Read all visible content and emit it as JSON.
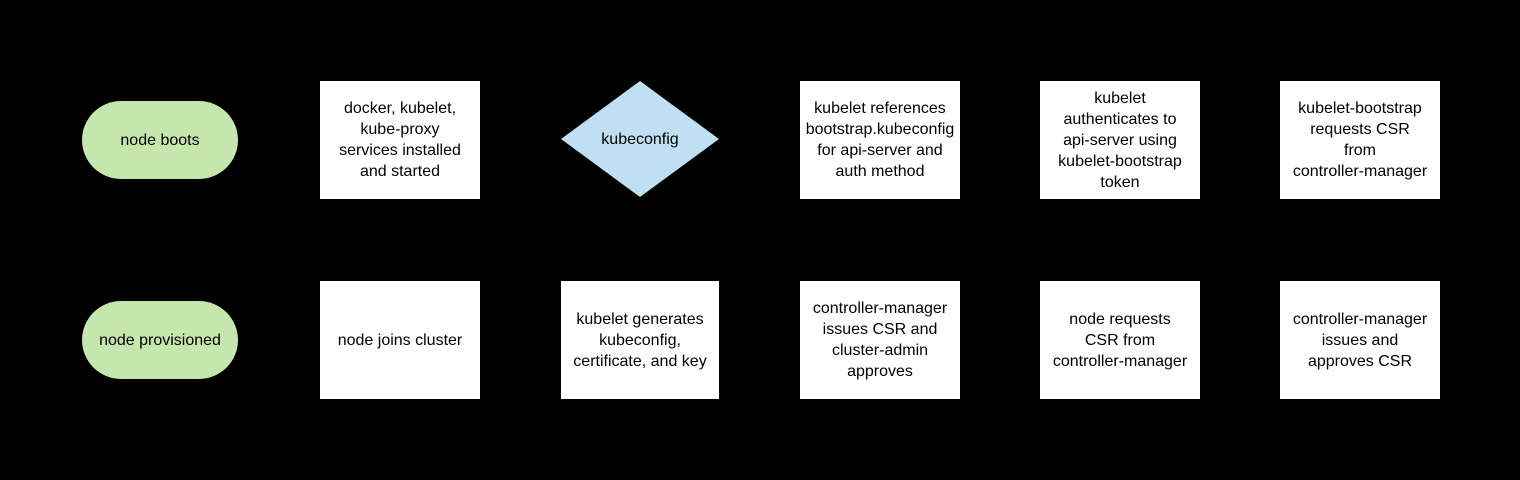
{
  "canvas": {
    "background": "#000000",
    "description": "kubernetes node bootstrap flowchart, two rows, connectors not visible"
  },
  "colors": {
    "terminator_fill": "#c5e6ad",
    "process_fill": "#ffffff",
    "decision_fill": "#bfe0f2",
    "text": "#000000",
    "background": "#000000"
  },
  "diagram": {
    "rows": [
      {
        "name": "top-row-bootstrap-token-flow",
        "nodes": [
          {
            "id": "node-boots",
            "shape": "terminator",
            "label": "node boots"
          },
          {
            "id": "services-installed",
            "shape": "process",
            "label": "docker, kubelet,\nkube-proxy\nservices installed\nand started"
          },
          {
            "id": "kubeconfig-decision",
            "shape": "decision",
            "label": "kubeconfig"
          },
          {
            "id": "kubelet-references-bootstrap",
            "shape": "process",
            "label": "kubelet references\nbootstrap.kubeconfig\nfor api-server and\nauth method"
          },
          {
            "id": "kubelet-authenticates",
            "shape": "process",
            "label": "kubelet\nauthenticates to\napi-server using\nkubelet-bootstrap\ntoken"
          },
          {
            "id": "kubelet-bootstrap-requests-csr",
            "shape": "process",
            "label": "kubelet-bootstrap\nrequests CSR\nfrom\ncontroller-manager"
          }
        ]
      },
      {
        "name": "bottom-row-provisioning-flow",
        "nodes": [
          {
            "id": "node-provisioned",
            "shape": "terminator",
            "label": "node provisioned"
          },
          {
            "id": "node-joins-cluster",
            "shape": "process",
            "label": "node joins cluster"
          },
          {
            "id": "kubelet-generates",
            "shape": "process",
            "label": "kubelet generates\nkubeconfig,\ncertificate, and key"
          },
          {
            "id": "cm-issues-csr-admin-approves",
            "shape": "process",
            "label": "controller-manager\nissues CSR and\ncluster-admin\napproves"
          },
          {
            "id": "node-requests-csr",
            "shape": "process",
            "label": "node requests\nCSR from\ncontroller-manager"
          },
          {
            "id": "cm-issues-and-approves",
            "shape": "process",
            "label": "controller-manager\nissues and\napproves CSR"
          }
        ]
      }
    ]
  }
}
